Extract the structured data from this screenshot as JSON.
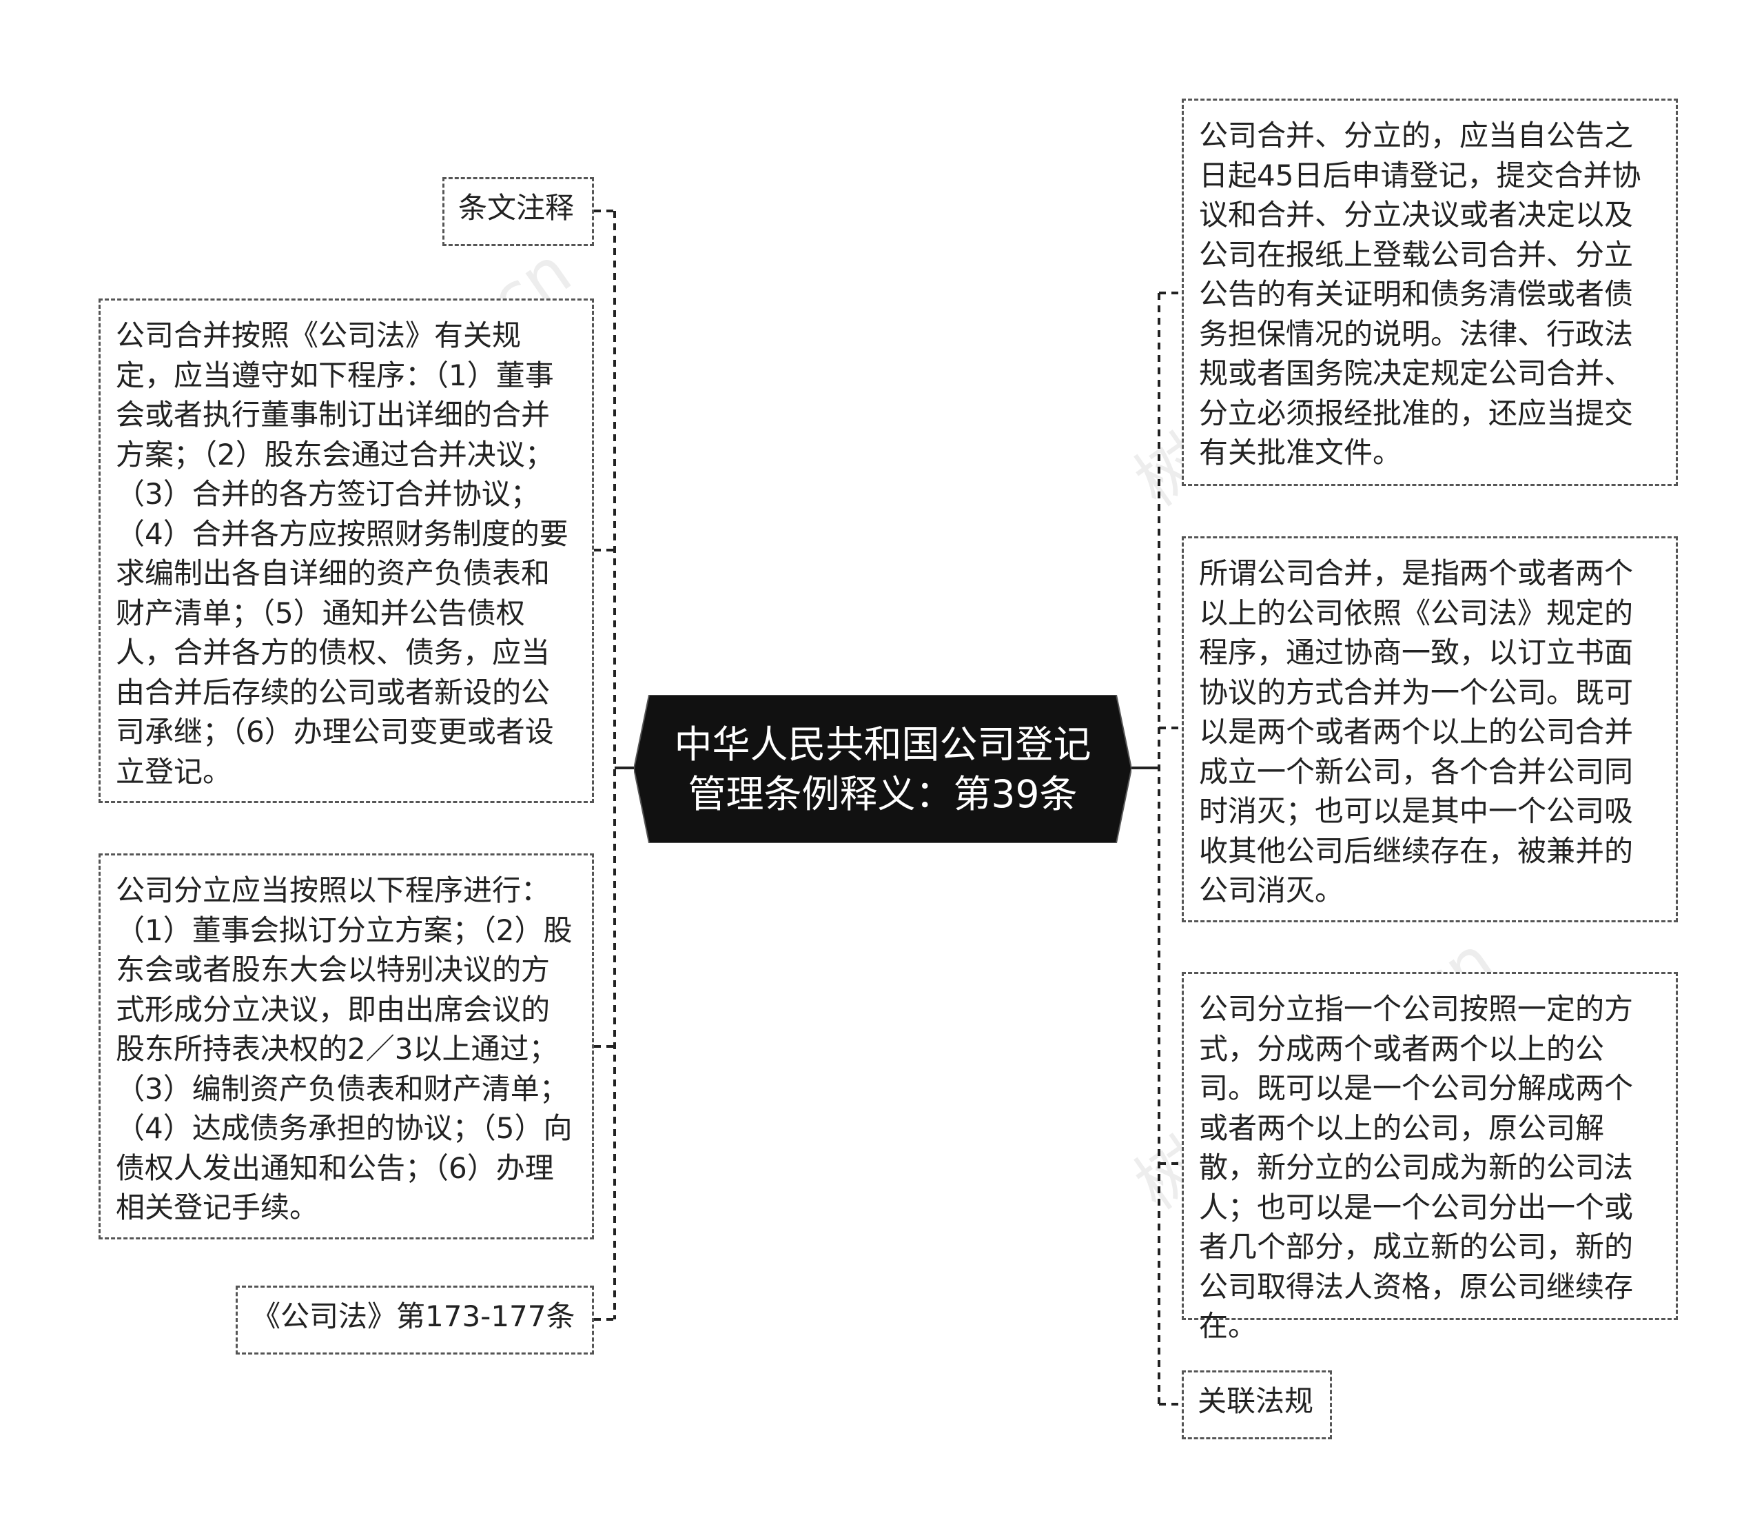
{
  "center": {
    "title": "中华人民共和国公司登记管理条例释义：第39条"
  },
  "left": [
    {
      "id": "tiaowen",
      "text": "条文注释"
    },
    {
      "id": "hebing-chengxu",
      "text": "公司合并按照《公司法》有关规定，应当遵守如下程序：（1）董事会或者执行董事制订出详细的合并方案；（2）股东会通过合并决议；（3）合并的各方签订合并协议；（4）合并各方应按照财务制度的要求编制出各自详细的资产负债表和财产清单；（5）通知并公告债权人，合并各方的债权、债务，应当由合并后存续的公司或者新设的公司承继；（6）办理公司变更或者设立登记。"
    },
    {
      "id": "fenli-chengxu",
      "text": "公司分立应当按照以下程序进行：（1）董事会拟订分立方案；（2）股东会或者股东大会以特别决议的方式形成分立决议，即由出席会议的股东所持表决权的2／3以上通过；（3）编制资产负债表和财产清单；（4）达成债务承担的协议；（5）向债权人发出通知和公告；（6）办理相关登记手续。"
    },
    {
      "id": "gongsifa",
      "text": "《公司法》第173-177条"
    }
  ],
  "right": [
    {
      "id": "dengji",
      "text": "公司合并、分立的，应当自公告之日起45日后申请登记，提交合并协议和合并、分立决议或者决定以及公司在报纸上登载公司合并、分立公告的有关证明和债务清偿或者债务担保情况的说明。法律、行政法规或者国务院决定规定公司合并、分立必须报经批准的，还应当提交有关批准文件。"
    },
    {
      "id": "hebing-def",
      "text": "所谓公司合并，是指两个或者两个以上的公司依照《公司法》规定的程序，通过协商一致，以订立书面协议的方式合并为一个公司。既可以是两个或者两个以上的公司合并成立一个新公司，各个合并公司同时消灭；也可以是其中一个公司吸收其他公司后继续存在，被兼并的公司消灭。"
    },
    {
      "id": "fenli-def",
      "text": "公司分立指一个公司按照一定的方式，分成两个或者两个以上的公司。既可以是一个公司分解成两个或者两个以上的公司，原公司解散，新分立的公司成为新的公司法人；也可以是一个公司分出一个或者几个部分，成立新的公司，新的公司取得法人资格，原公司继续存在。"
    },
    {
      "id": "guanlian",
      "text": "关联法规"
    }
  ],
  "watermark": "树图shutu.cn",
  "colors": {
    "center_bg": "#111111",
    "border": "#555555",
    "line": "#222222"
  }
}
